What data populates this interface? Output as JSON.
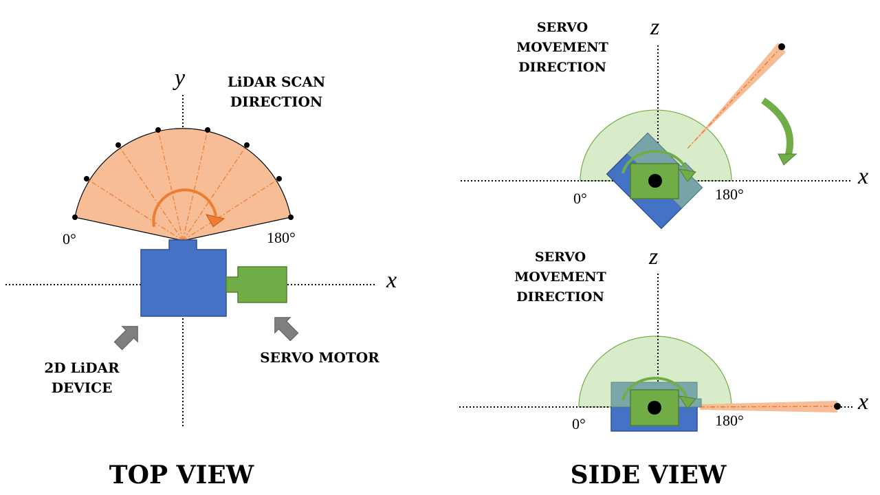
{
  "top_view": {
    "caption": "TOP VIEW",
    "axis_x": "x",
    "axis_y": "y",
    "scan_label": [
      "LiDAR SCAN",
      "DIRECTION"
    ],
    "angle_start": "0°",
    "angle_end": "180°",
    "lidar_label": [
      "2D LiDAR",
      "DEVICE"
    ],
    "servo_label": "SERVO MOTOR"
  },
  "side_view": {
    "caption": "SIDE VIEW",
    "upper": {
      "axis_x": "x",
      "axis_z": "z",
      "movement_label": [
        "SERVO",
        "MOVEMENT",
        "DIRECTION"
      ],
      "angle_start": "0°",
      "angle_end": "180°"
    },
    "lower": {
      "axis_x": "x",
      "axis_z": "z",
      "movement_label": [
        "SERVO",
        "MOVEMENT",
        "DIRECTION"
      ],
      "angle_start": "0°",
      "angle_end": "180°"
    }
  },
  "colors": {
    "scan_fill": "#f6bd96",
    "scan_accent": "#ed7d31",
    "lidar_blue": "#4472c4",
    "servo_green": "#70ad47",
    "servo_range_fill": "#d9ecca",
    "arrow_gray": "#7f7f7f"
  }
}
